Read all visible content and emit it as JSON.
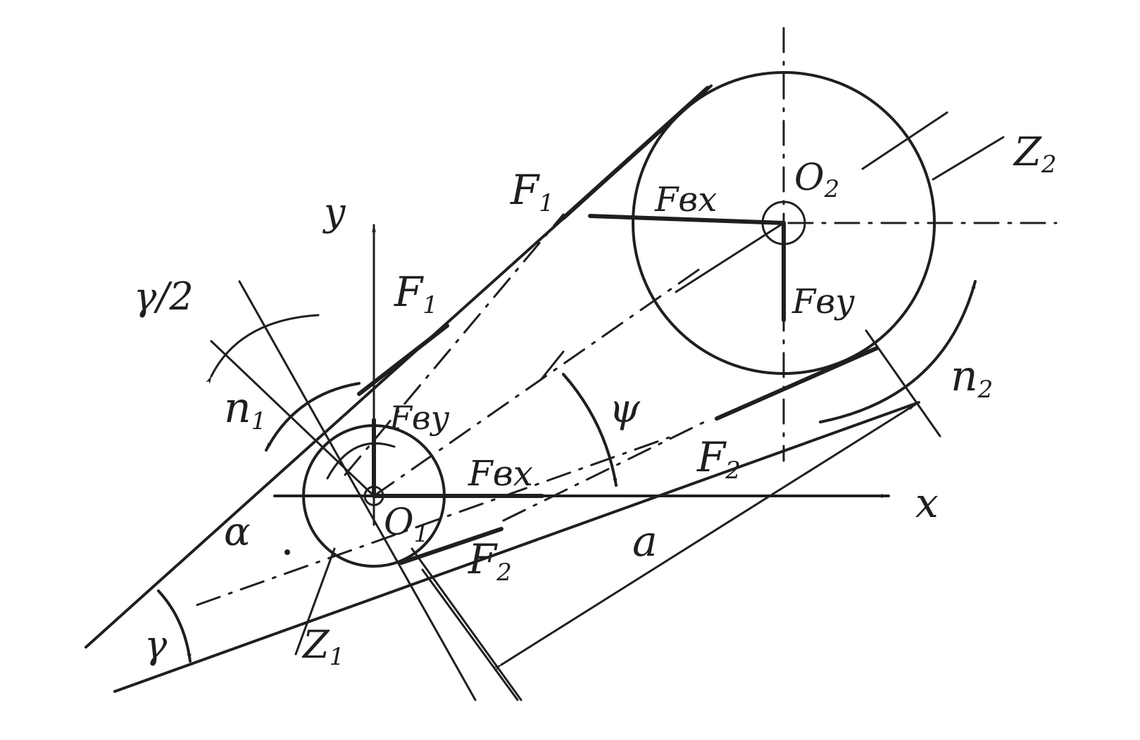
{
  "labels": {
    "y_axis": "y",
    "x_axis": "x",
    "gamma_half": "γ/2",
    "gamma": "γ",
    "n1": "n",
    "n1_sub": "1",
    "n2": "n",
    "n2_sub": "2",
    "psi": "ψ",
    "alpha": "α",
    "a": "a",
    "o1": "O",
    "o1_sub": "1",
    "o2": "O",
    "o2_sub": "2",
    "z1": "Z",
    "z1_sub": "1",
    "z2": "Z",
    "z2_sub": "2",
    "f1_upper": "F",
    "f1_upper_sub": "1",
    "f1_lower": "F",
    "f1_lower_sub": "1",
    "f2_right": "F",
    "f2_right_sub": "2",
    "f2_lower": "F",
    "f2_lower_sub": "2",
    "fbx_o2": "Fвx",
    "fby_o2": "Fвy",
    "fbx_o1": "Fвx",
    "fby_o1": "Fвy"
  }
}
